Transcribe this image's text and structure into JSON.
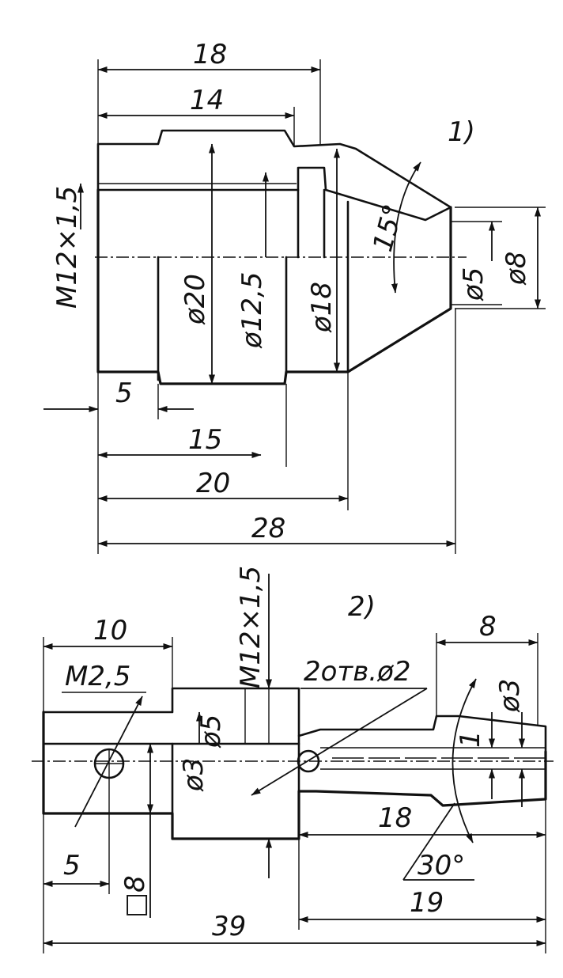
{
  "view1": {
    "number": "1)",
    "dims": {
      "d18_top": "18",
      "d14": "14",
      "thread": "M12×1,5",
      "dia20": "ø20",
      "dia12_5": "ø12,5",
      "dia18": "ø18",
      "angle15": "15°",
      "dia5": "ø5",
      "dia8": "ø8",
      "d5": "5",
      "d15": "15",
      "d20": "20",
      "d28": "28"
    }
  },
  "view2": {
    "number": "2)",
    "dims": {
      "d10": "10",
      "m2_5": "M2,5",
      "thread": "M12×1,5",
      "holes": "2отв.ø2",
      "d8_top": "8",
      "dia5": "ø5",
      "dia3_left": "ø3",
      "dia3_right": "ø3",
      "d1": "1",
      "d18": "18",
      "angle30": "30°",
      "d5": "5",
      "sq8": "□8",
      "d19": "19",
      "d39": "39"
    }
  }
}
